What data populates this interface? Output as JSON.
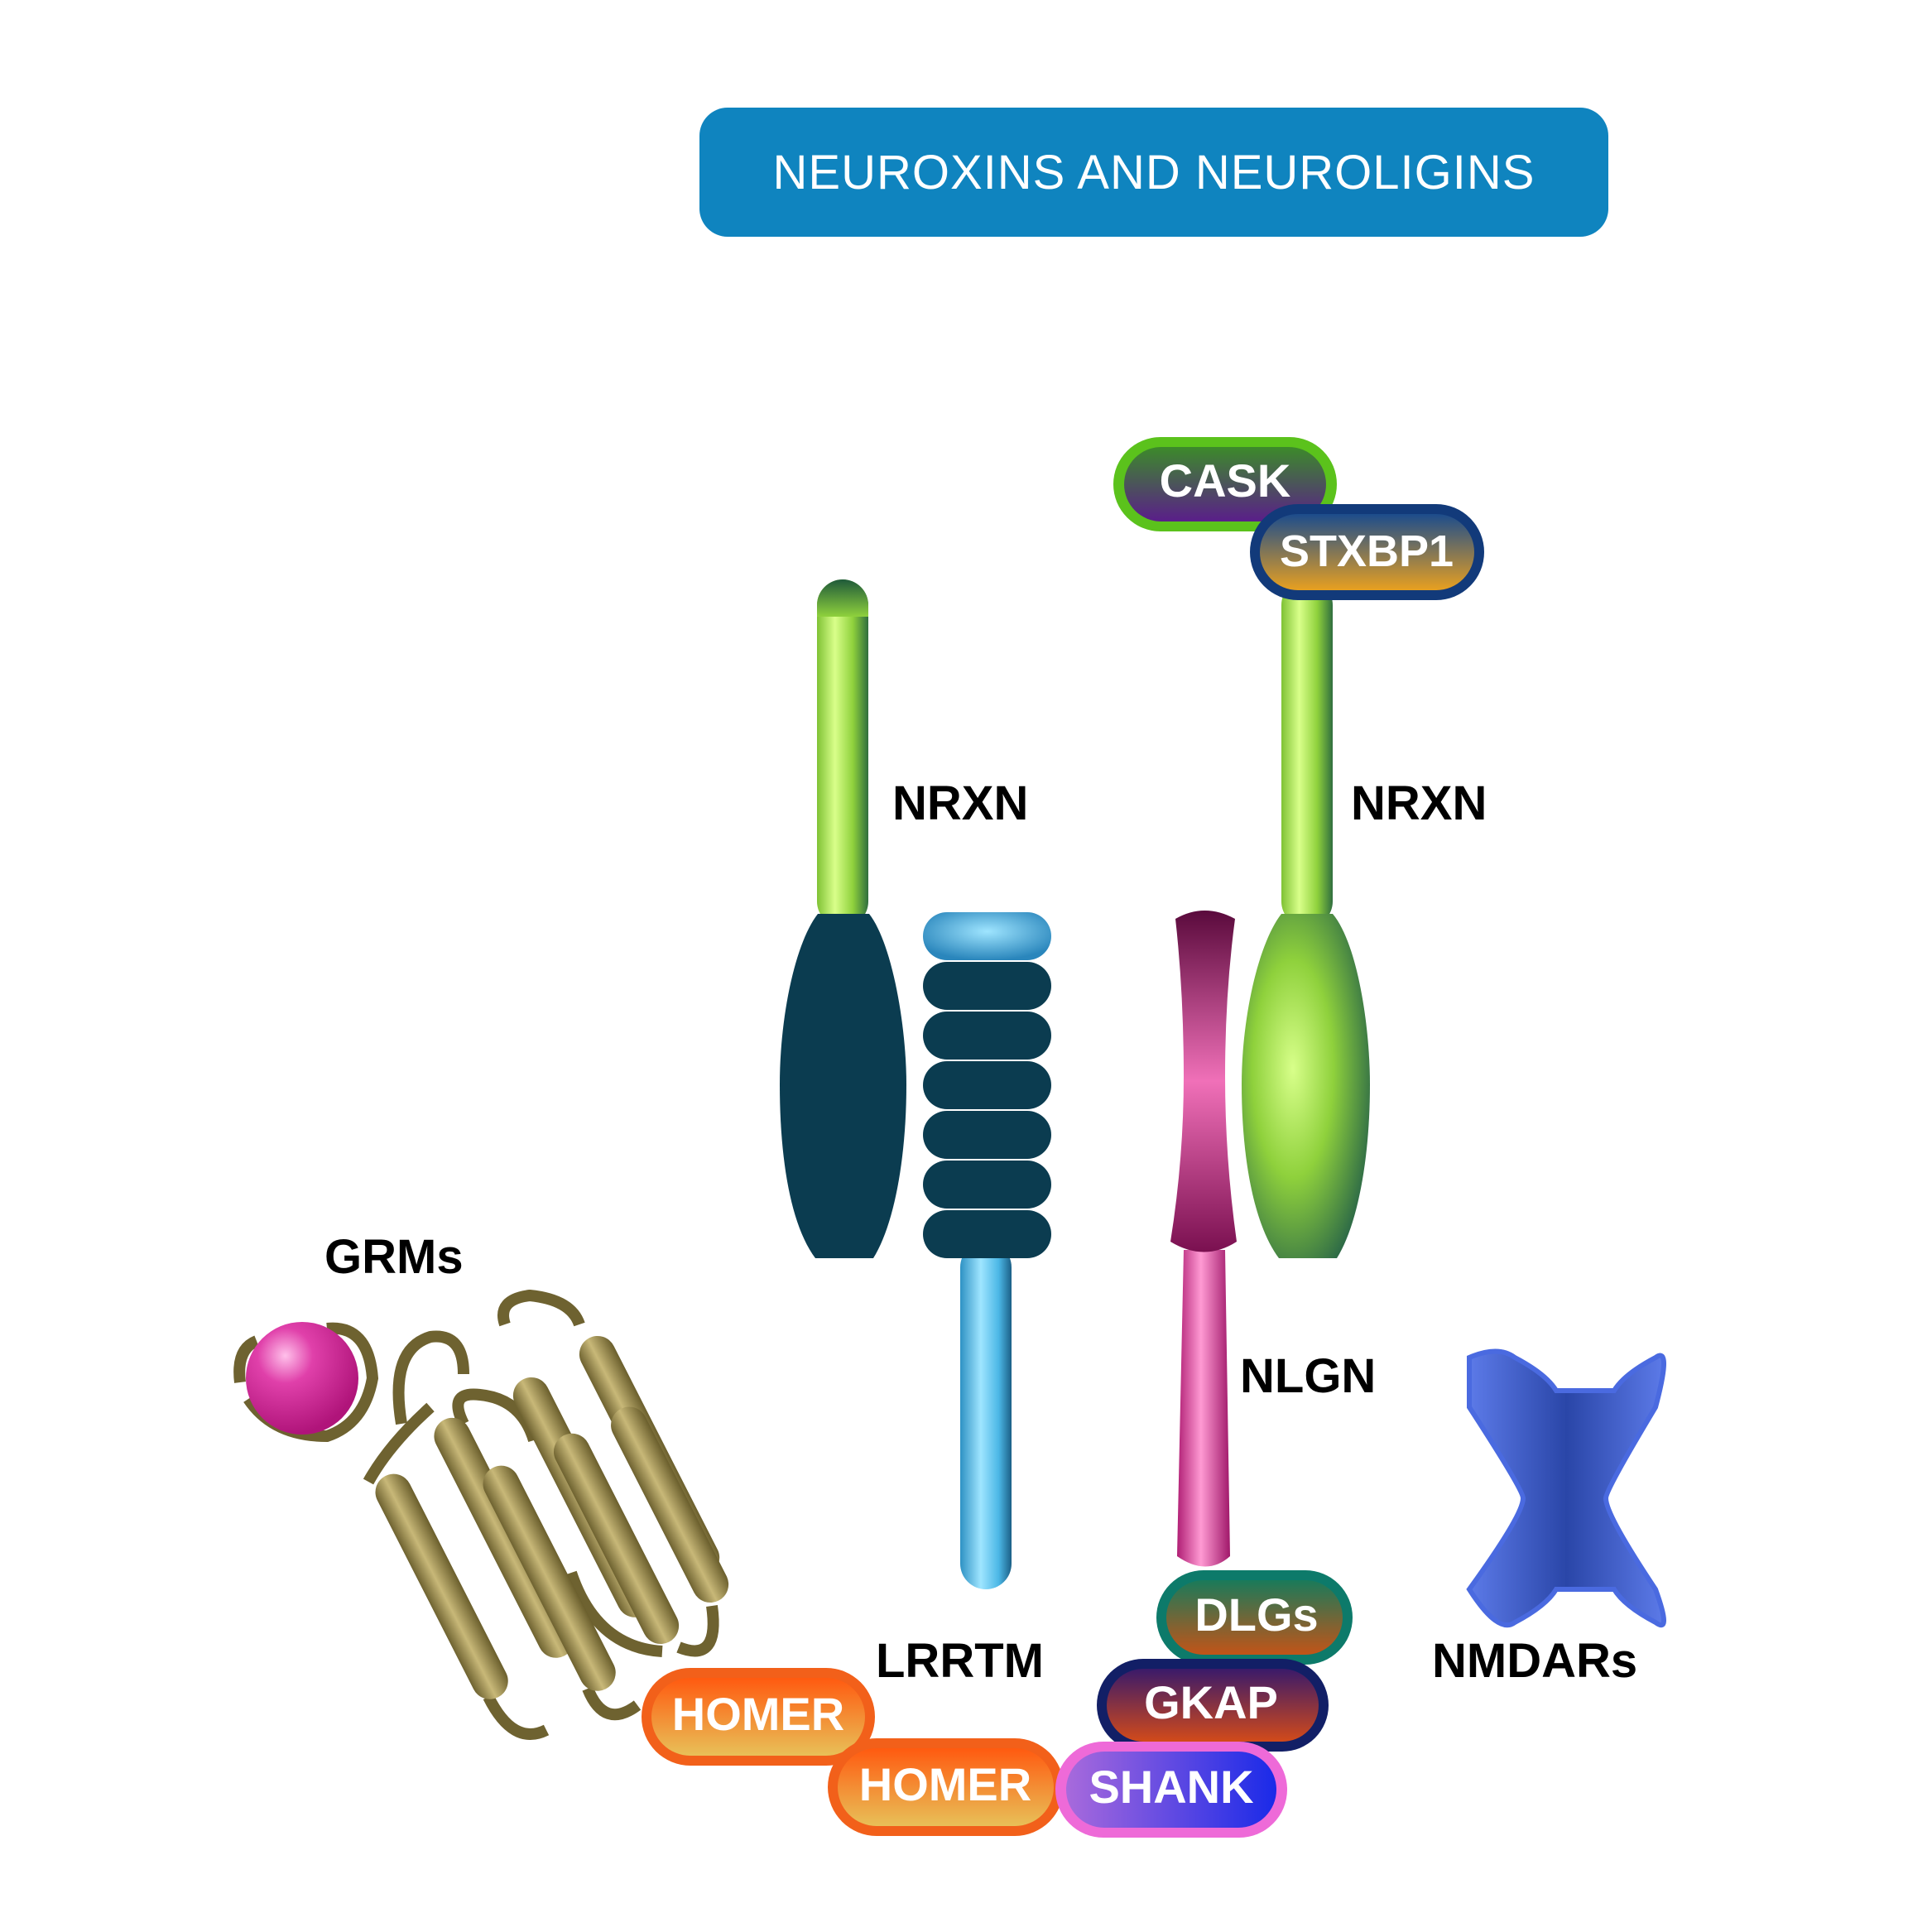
{
  "title": "NEUROXINS AND NEUROLIGINS",
  "colors": {
    "title_bg": "#0f84bf",
    "nrxn_green": "#8fd13c",
    "dark_teal": "#0b3c50",
    "lrrtm_blue": "#4bb7e6",
    "nlgn_magenta": "#d93a94",
    "grm_olive": "#a5955a",
    "grm_ball": "#d62c9e",
    "nmdar_blue": "#3a58c8",
    "homer_orange": "#f2601a",
    "cask_green": "#5bc21c",
    "stxbp1_navy": "#123a7a",
    "dlgs_teal": "#0d7a6a",
    "gkap_navy": "#121f66",
    "shank_pink": "#ee6ad8"
  },
  "labels": {
    "nrxn_left": "NRXN",
    "nrxn_right": "NRXN",
    "nlgn": "NLGN",
    "grms": "GRMs",
    "lrrtm": "LRRTM",
    "nmdars": "NMDARs"
  },
  "pills": {
    "cask": "CASK",
    "stxbp1": "STXBP1",
    "dlgs": "DLGs",
    "gkap": "GKAP",
    "shank": "SHANK",
    "homer_1": "HOMER",
    "homer_2": "HOMER"
  }
}
